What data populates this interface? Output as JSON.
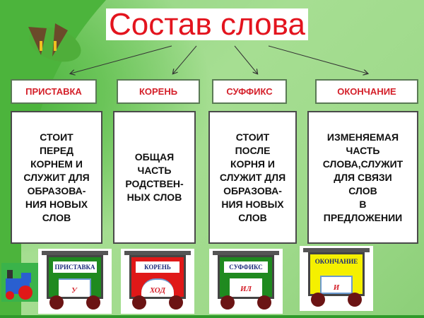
{
  "title": "Состав слова",
  "parts": [
    {
      "name": "ПРИСТАВКА",
      "desc": "СТОИТ\nПЕРЕД\nКОРНЕМ И\nСЛУЖИТ ДЛЯ\nОБРАЗОВА-\nНИЯ НОВЫХ\nСЛОВ",
      "wagon_label": "ПРИСТАВКА",
      "morpheme": "У",
      "wagon_color": "#1f8a1f"
    },
    {
      "name": "КОРЕНЬ",
      "desc": "ОБЩАЯ\nЧАСТЬ\nРОДСТВЕН-\nНЫХ СЛОВ",
      "wagon_label": "КОРЕНЬ",
      "morpheme": "ХОД",
      "wagon_color": "#e01818"
    },
    {
      "name": "СУФФИКС",
      "desc": "СТОИТ\nПОСЛЕ\nКОРНЯ И\nСЛУЖИТ ДЛЯ\nОБРАЗОВА-\nНИЯ НОВЫХ\nСЛОВ",
      "wagon_label": "СУФФИКС",
      "morpheme": "ИЛ",
      "wagon_color": "#1f8a1f"
    },
    {
      "name": "ОКОНЧАНИЕ",
      "desc": "ИЗМЕНЯЕМАЯ\nЧАСТЬ\nСЛОВА,СЛУЖИТ\nДЛЯ СВЯЗИ\nСЛОВ\nВ\nПРЕДЛОЖЕНИИ",
      "wagon_label": "ОКОНЧАНИЕ",
      "morpheme": "И",
      "wagon_color": "#f5f000"
    }
  ]
}
